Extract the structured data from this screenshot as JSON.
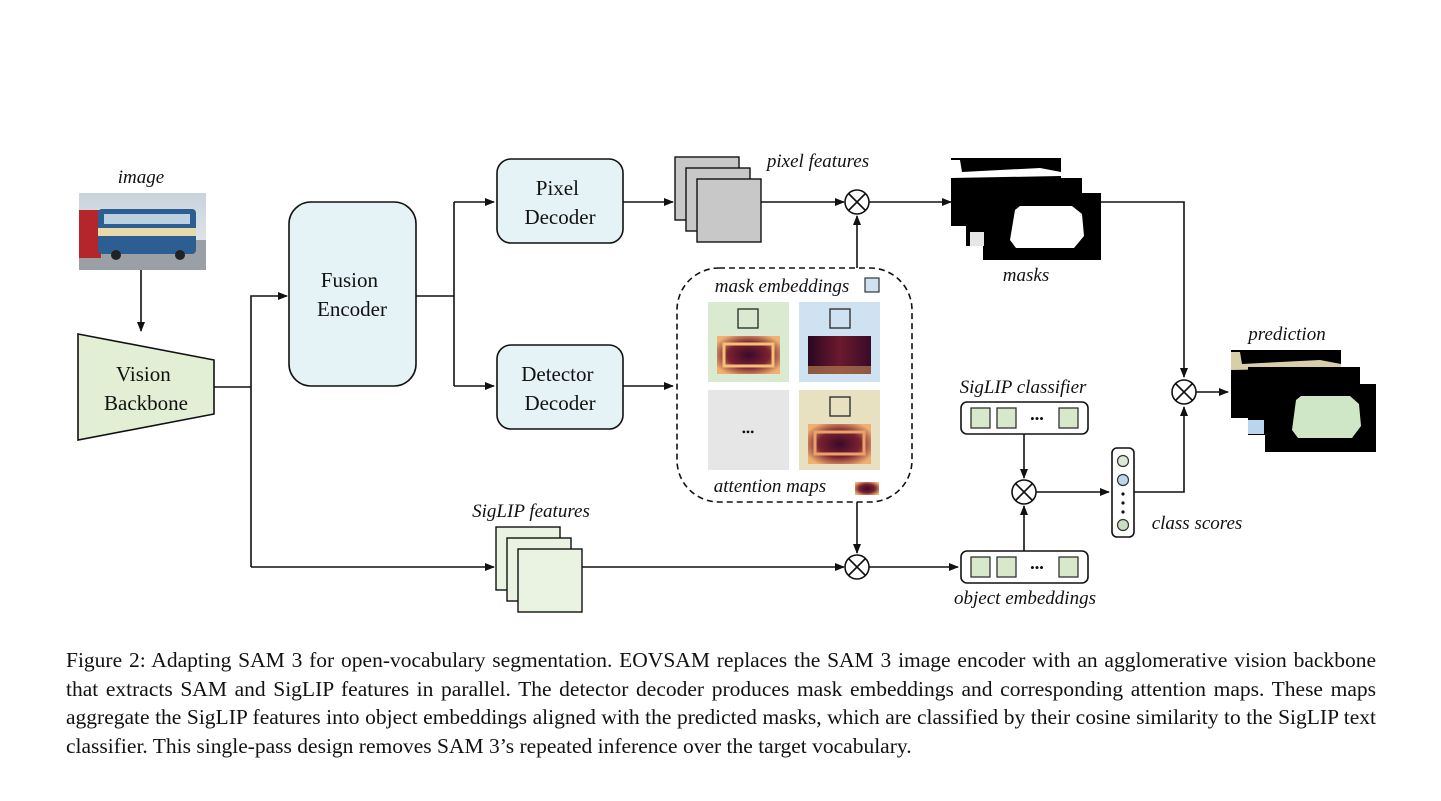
{
  "diagram": {
    "labels": {
      "image": "image",
      "vision_backbone": [
        "Vision",
        "Backbone"
      ],
      "fusion_encoder": [
        "Fusion",
        "Encoder"
      ],
      "pixel_decoder": [
        "Pixel",
        "Decoder"
      ],
      "detector_decoder": [
        "Detector",
        "Decoder"
      ],
      "pixel_features": "pixel features",
      "mask_embeddings": "mask embeddings",
      "attention_maps": "attention maps",
      "masks": "masks",
      "prediction": "prediction",
      "siglip_features": "SigLIP features",
      "siglip_classifier": "SigLIP classifier",
      "object_embeddings": "object embeddings",
      "class_scores": "class scores",
      "ellipsis": "•••"
    },
    "colors": {
      "vision_backbone_fill": "#e3efd5",
      "encoder_fill": "#e6f3f6",
      "tile_green": "#d9ead0",
      "tile_blue": "#cfe2f1",
      "tile_gray": "#e6e6e6",
      "tile_tan": "#e7e1c2",
      "embedding_cell": "#d7e8cb",
      "score_blue": "#b9d6ec",
      "score_green": "#c8dec0",
      "prediction_mask": "#cfe7c6",
      "prediction_tan": "#d8cfa8"
    }
  },
  "caption": "Figure 2: Adapting SAM 3 for open-vocabulary segmentation. EOVSAM replaces the SAM 3 image encoder with an agglomerative vision backbone that extracts SAM and SigLIP features in parallel. The detector decoder produces mask embeddings and corresponding attention maps. These maps aggregate the SigLIP features into object embeddings aligned with the predicted masks, which are classified by their cosine similarity to the SigLIP text classifier. This single-pass design removes SAM 3’s repeated inference over the target vocabulary."
}
